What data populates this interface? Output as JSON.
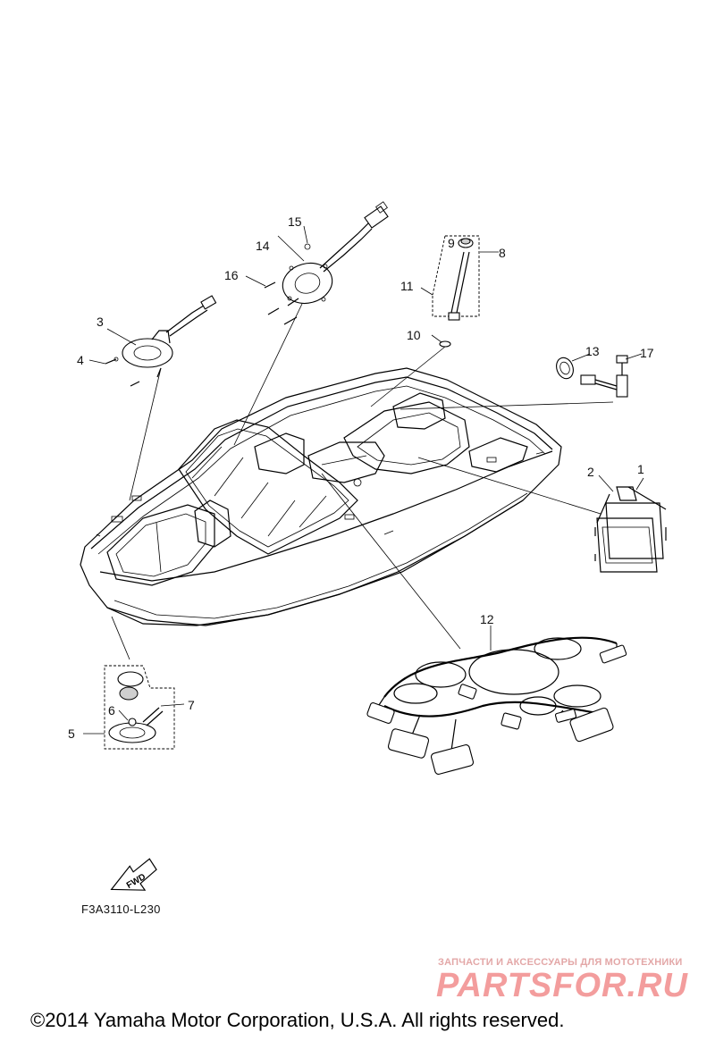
{
  "callouts": {
    "c1": "1",
    "c2": "2",
    "c3": "3",
    "c4": "4",
    "c5": "5",
    "c6": "6",
    "c7": "7",
    "c8": "8",
    "c9": "9",
    "c10": "10",
    "c11": "11",
    "c12": "12",
    "c13": "13",
    "c14": "14",
    "c15": "15",
    "c16": "16",
    "c17": "17"
  },
  "fwd_label": "FWD",
  "part_number": "F3A3110-L230",
  "watermark": {
    "tagline": "ЗАПЧАСТИ И АКСЕССУАРЫ ДЛЯ МОТОТЕХНИКИ",
    "logo": "PARTSFOR.RU"
  },
  "copyright": "©2014 Yamaha Motor Corporation, U.S.A. All rights reserved."
}
